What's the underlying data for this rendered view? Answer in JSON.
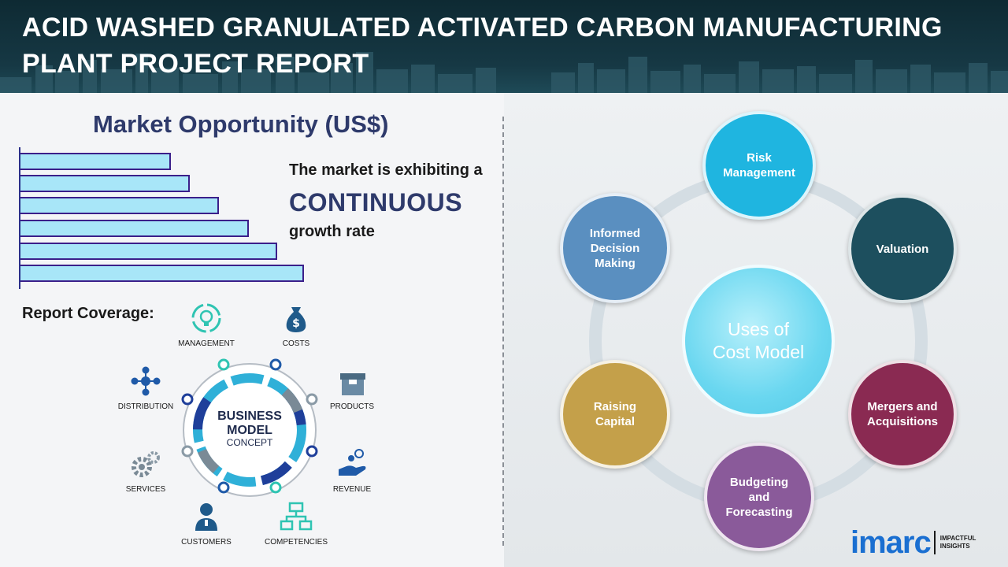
{
  "header": {
    "title": "ACID WASHED GRANULATED ACTIVATED CARBON MANUFACTURING PLANT PROJECT REPORT"
  },
  "market": {
    "title": "Market Opportunity (US$)",
    "line1": "The market is exhibiting a",
    "line2": "CONTINUOUS",
    "line3": "growth rate"
  },
  "coverage": {
    "heading": "Report Coverage:",
    "items": {
      "management": "MANAGEMENT",
      "costs": "COSTS",
      "distribution": "DISTRIBUTION",
      "products": "PRODUCTS",
      "services": "SERVICES",
      "revenue": "REVENUE",
      "customers": "CUSTOMERS",
      "competencies": "COMPETENCIES"
    },
    "center": {
      "line1": "BUSINESS",
      "line2": "MODEL",
      "line3": "CONCEPT"
    }
  },
  "uses": {
    "center": "Uses of\nCost Model",
    "items": {
      "risk": "Risk\nManagement",
      "valuation": "Valuation",
      "mergers": "Mergers and\nAcquisitions",
      "budgeting": "Budgeting\nand\nForecasting",
      "raising": "Raising\nCapital",
      "informed": "Informed\nDecision\nMaking"
    }
  },
  "logo": {
    "main": "imarc",
    "sub": "IMPACTFUL\nINSIGHTS"
  },
  "colors": {
    "header_bg": "#163844",
    "title_navy": "#2e3a6b",
    "bar_fill": "#a8e6f8",
    "bar_border": "#3b1f8a",
    "risk": "#1fb5e0",
    "valuation": "#1d4f5e",
    "mergers": "#8a2a52",
    "budgeting": "#8a5a9a",
    "raising": "#c4a04a",
    "informed": "#5a8fc0",
    "logo_blue": "#1a6fd1"
  }
}
